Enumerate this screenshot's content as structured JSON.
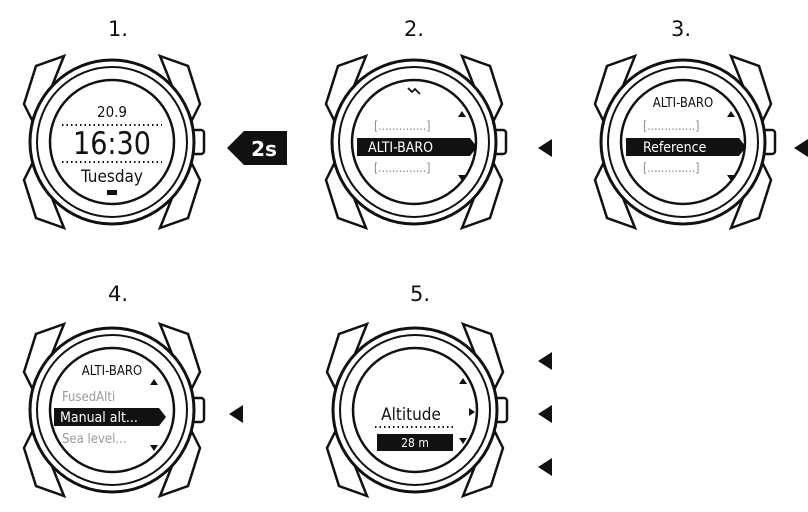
{
  "steps": [
    {
      "label": "1.",
      "date": "20.9",
      "time": "16:30",
      "day": "Tuesday",
      "press": {
        "button": "right-middle",
        "text": "2s"
      }
    },
    {
      "label": "2.",
      "top_icon": "altitude-icon",
      "placeholder_above": "[..............]",
      "selected": "ALTI-BARO",
      "placeholder_below": "[..............]",
      "press": {
        "button": "right-middle",
        "text": ""
      }
    },
    {
      "label": "3.",
      "header": "ALTI-BARO",
      "placeholder_above": "[..............]",
      "selected": "Reference",
      "placeholder_below": "[..............]",
      "press": {
        "button": "right-middle",
        "text": ""
      }
    },
    {
      "label": "4.",
      "header": "ALTI-BARO",
      "option_above": "FusedAlti",
      "selected": "Manual alt...",
      "option_below": "Sea level...",
      "press": {
        "button": "right-middle",
        "text": ""
      }
    },
    {
      "label": "5.",
      "title": "Altitude",
      "value": "28 m",
      "press": {
        "buttons": [
          "right-top",
          "right-middle",
          "right-bottom"
        ]
      }
    }
  ],
  "colors": {
    "ink": "#111111",
    "background": "#ffffff",
    "dim_text": "#9a9a9a"
  }
}
